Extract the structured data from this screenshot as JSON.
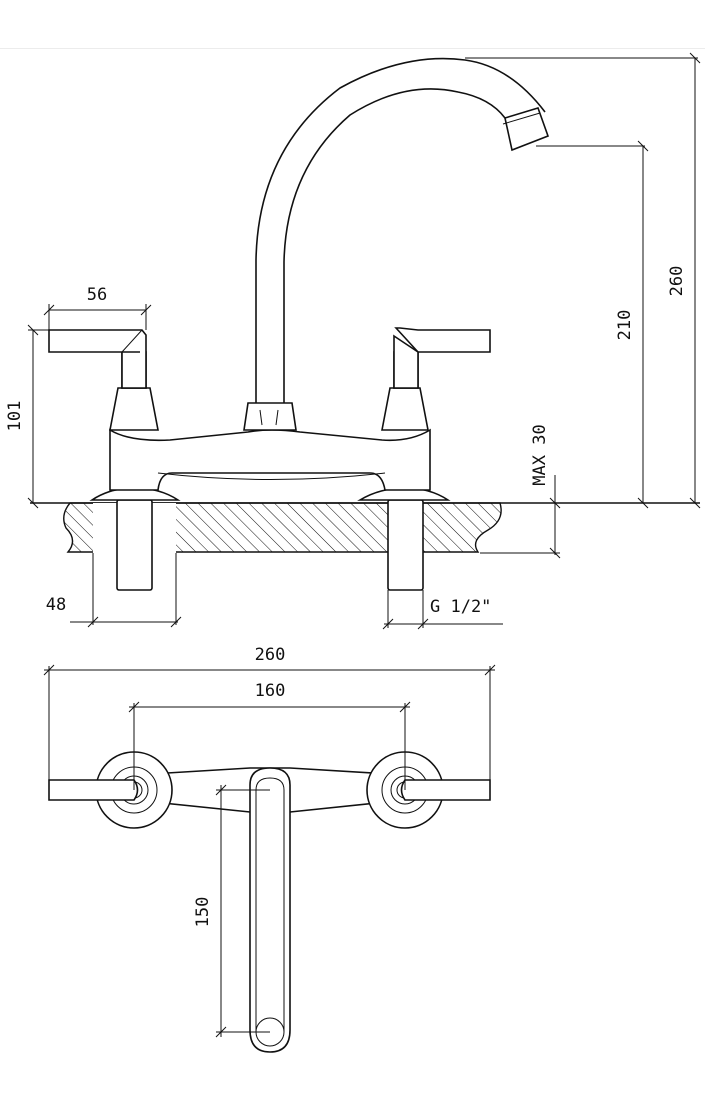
{
  "side_view": {
    "dims": {
      "handle_reach": "56",
      "body_height": "101",
      "spout_outlet_height": "210",
      "overall_height": "260",
      "max_deck_thickness": "MAX 30",
      "shank_width": "48",
      "thread": "G 1/2\""
    }
  },
  "top_view": {
    "dims": {
      "overall_width": "260",
      "centers": "160",
      "spout_reach": "150"
    }
  }
}
